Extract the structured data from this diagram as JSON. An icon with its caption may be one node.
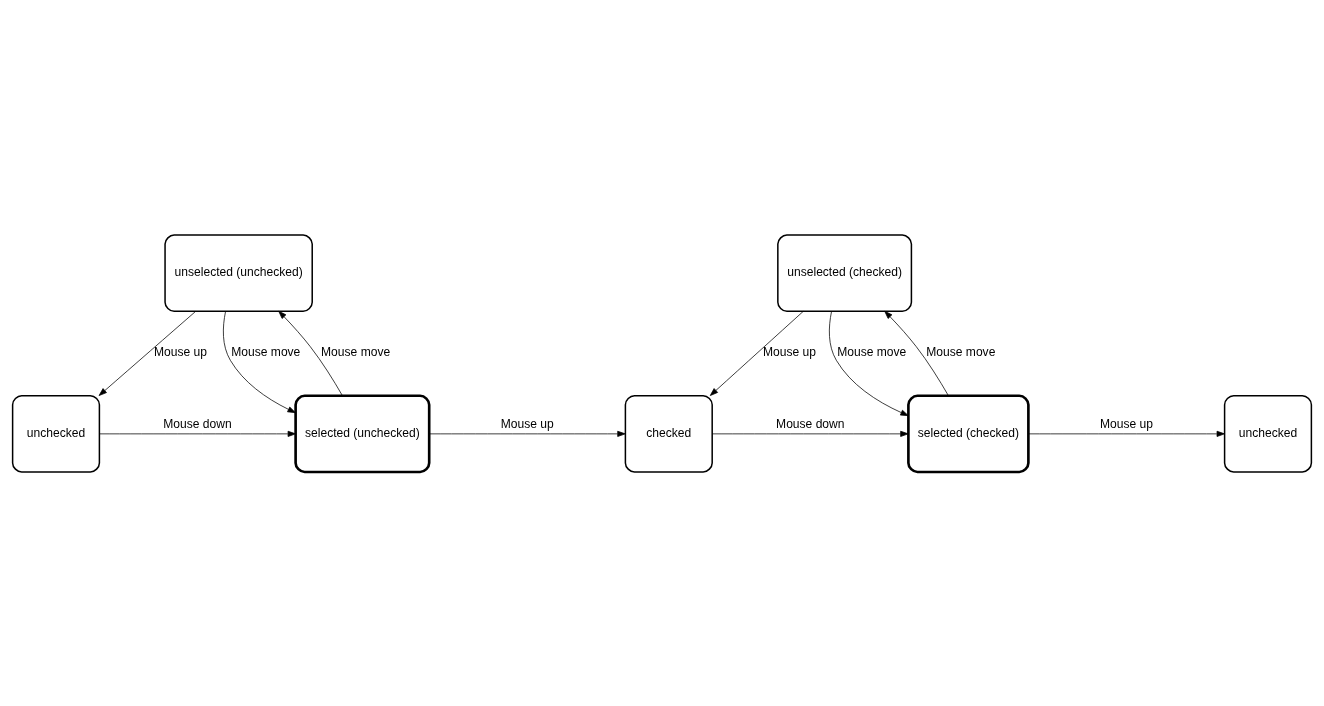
{
  "diagram": {
    "nodes": [
      {
        "text": [
          "unselected (unchecked)"
        ]
      },
      {
        "text": [
          "unselected (checked)"
        ]
      },
      {
        "text": [
          "unchecked"
        ]
      },
      {
        "text": [
          "selected (unchecked)"
        ]
      },
      {
        "text": [
          "checked"
        ]
      },
      {
        "text": [
          "selected (checked)"
        ]
      },
      {
        "text": [
          "unchecked"
        ]
      }
    ],
    "edges": [
      {
        "from": 0,
        "to": 2,
        "arrow": "to",
        "label": "Mouse up"
      },
      {
        "from": 0,
        "to": 3,
        "arrow": "to",
        "label": "Mouse move"
      },
      {
        "from": 3,
        "to": 0,
        "arrow": "to",
        "label": "Mouse move"
      },
      {
        "from": 2,
        "to": 3,
        "arrow": "to",
        "label": "Mouse down"
      },
      {
        "from": 3,
        "to": 4,
        "arrow": "to",
        "label": "Mouse up"
      },
      {
        "from": 1,
        "to": 4,
        "arrow": "to",
        "label": "Mouse up"
      },
      {
        "from": 4,
        "to": 5,
        "arrow": "to",
        "label": "Mouse down"
      },
      {
        "from": 1,
        "to": 5,
        "arrow": "to",
        "label": "Mouse move"
      },
      {
        "from": 5,
        "to": 1,
        "arrow": "to",
        "label": "Mouse move"
      },
      {
        "from": 5,
        "to": 6,
        "arrow": "to",
        "label": "Mouse up"
      }
    ]
  }
}
